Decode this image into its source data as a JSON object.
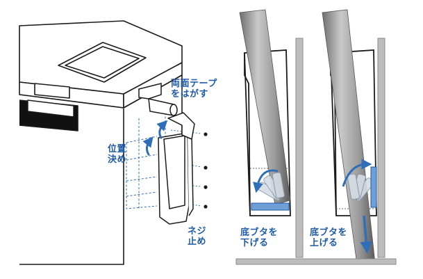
{
  "labels": {
    "tape": [
      "両面テープ",
      "をはがす"
    ],
    "position": [
      "位置",
      "決め"
    ],
    "screw": [
      "ネジ",
      "止め"
    ],
    "lower": [
      "底ブタを",
      "下げる"
    ],
    "raise": [
      "底ブタを",
      "上げる"
    ]
  },
  "colors": {
    "ink": "#1a1a1a",
    "accent_blue": "#1f5aa6",
    "arrow_blue": "#2f6fb8",
    "plate_blue": "#6f9fd6",
    "wall_gray": "#bdbdbd",
    "rod_gray": "#9a9a9a"
  }
}
